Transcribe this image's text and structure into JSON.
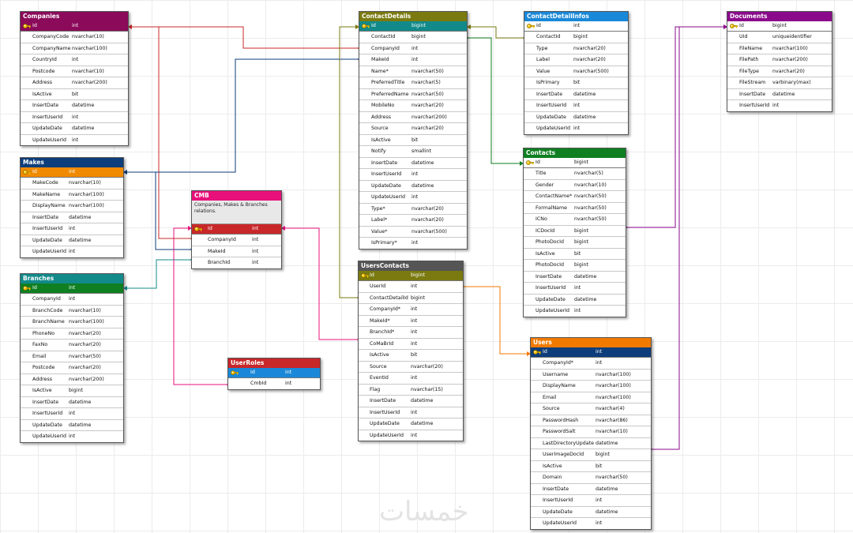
{
  "tables": [
    {
      "id": "companies",
      "title": "Companies",
      "color": "#8b0a5a",
      "pk_color": "#8b0a5a",
      "pk": {
        "name": "Id",
        "type": "int"
      },
      "rows": [
        [
          "CompanyCode",
          "nvarchar(10)"
        ],
        [
          "CompanyName",
          "nvarchar(100)"
        ],
        [
          "CountryId",
          "int"
        ],
        [
          "Postcode",
          "nvarchar(10)"
        ],
        [
          "Address",
          "nvarchar(200)"
        ],
        [
          "IsActive",
          "bit"
        ],
        [
          "InsertDate",
          "datetime"
        ],
        [
          "InsertUserId",
          "int"
        ],
        [
          "UpdateDate",
          "datetime"
        ],
        [
          "UpdateUserId",
          "int"
        ]
      ]
    },
    {
      "id": "makes",
      "title": "Makes",
      "color": "#0d3d7a",
      "pk_color": "#f08a00",
      "pk": {
        "name": "Id",
        "type": "int"
      },
      "rows": [
        [
          "MakeCode",
          "nvarchar(10)"
        ],
        [
          "MakeName",
          "nvarchar(100)"
        ],
        [
          "DisplayName",
          "nvarchar(100)"
        ],
        [
          "InsertDate",
          "datetime"
        ],
        [
          "InsertUserId",
          "int"
        ],
        [
          "UpdateDate",
          "datetime"
        ],
        [
          "UpdateUserId",
          "int"
        ]
      ]
    },
    {
      "id": "branches",
      "title": "Branches",
      "color": "#128a8a",
      "pk_color": "#0f7f22",
      "pk": {
        "name": "Id",
        "type": "int"
      },
      "rows": [
        [
          "CompanyId",
          "int"
        ],
        [
          "BranchCode",
          "nvarchar(10)"
        ],
        [
          "BranchName",
          "nvarchar(100)"
        ],
        [
          "PhoneNo",
          "nvarchar(20)"
        ],
        [
          "FaxNo",
          "nvarchar(20)"
        ],
        [
          "Email",
          "nvarchar(50)"
        ],
        [
          "Postcode",
          "nvarchar(20)"
        ],
        [
          "Address",
          "nvarchar(200)"
        ],
        [
          "IsActive",
          "bigint"
        ],
        [
          "InsertDate",
          "datetime"
        ],
        [
          "InsertUserId",
          "int"
        ],
        [
          "UpdateDate",
          "datetime"
        ],
        [
          "UpdateUserId",
          "int"
        ]
      ]
    },
    {
      "id": "cmb",
      "title": "CMB",
      "color": "#e8107a",
      "pk_color": "#c8282a",
      "note": "Companies, Makes & Branches relations.",
      "pk": {
        "name": "Id",
        "type": "int"
      },
      "rows": [
        [
          "CompanyId",
          "int"
        ],
        [
          "MakeId",
          "int"
        ],
        [
          "BranchId",
          "int"
        ]
      ]
    },
    {
      "id": "userroles",
      "title": "UserRoles",
      "color": "#c8282a",
      "pk_color": "#1a88d8",
      "pk": {
        "name": "Id",
        "type": "int"
      },
      "rows": [
        [
          "CmbId",
          "int"
        ]
      ]
    },
    {
      "id": "contactdetails",
      "title": "ContactDetails",
      "color": "#7a7a10",
      "pk_color": "#128a8a",
      "pk": {
        "name": "Id",
        "type": "bigint"
      },
      "rows": [
        [
          "ContactId",
          "bigint"
        ],
        [
          "CompanyId",
          "int"
        ],
        [
          "MakeId",
          "int"
        ],
        [
          "Name*",
          "nvarchar(50)"
        ],
        [
          "PreferredTitle",
          "nvarchar(5)"
        ],
        [
          "PreferredName",
          "nvarchar(50)"
        ],
        [
          "MobileNo",
          "nvarchar(20)"
        ],
        [
          "Address",
          "nvarchar(200)"
        ],
        [
          "Source",
          "nvarchar(20)"
        ],
        [
          "IsActive",
          "bit"
        ],
        [
          "Notify",
          "smallint"
        ],
        [
          "InsertDate",
          "datetime"
        ],
        [
          "InsertUserId",
          "int"
        ],
        [
          "UpdateDate",
          "datetime"
        ],
        [
          "UpdateUserId",
          "int"
        ],
        [
          "Type*",
          "nvarchar(20)"
        ],
        [
          "Label*",
          "nvarchar(20)"
        ],
        [
          "Value*",
          "nvarchar(500)"
        ],
        [
          "IsPrimary*",
          "int"
        ]
      ]
    },
    {
      "id": "userscontacts",
      "title": "UsersContacts",
      "color": "#555555",
      "pk_color": "#7a7a10",
      "pk": {
        "name": "Id",
        "type": "bigint"
      },
      "rows": [
        [
          "UserId",
          "int"
        ],
        [
          "ContactDetailId",
          "bigint"
        ],
        [
          "CompanyId*",
          "int"
        ],
        [
          "MakeId*",
          "int"
        ],
        [
          "BranchId*",
          "int"
        ],
        [
          "CoMaBrId",
          "int"
        ],
        [
          "IsActive",
          "bit"
        ],
        [
          "Source",
          "nvarchar(20)"
        ],
        [
          "EventId",
          "int"
        ],
        [
          "Flag",
          "nvarchar(15)"
        ],
        [
          "InsertDate",
          "datetime"
        ],
        [
          "InsertUserId",
          "int"
        ],
        [
          "UpdateDate",
          "datetime"
        ],
        [
          "UpdateUserId",
          "int"
        ]
      ]
    },
    {
      "id": "contactdetailinfos",
      "title": "ContactDetailInfos",
      "color": "#1a88d8",
      "pk_color": "#ffffff",
      "pk": {
        "name": "Id",
        "type": "int"
      },
      "rows": [
        [
          "ContactId",
          "bigint"
        ],
        [
          "Type",
          "nvarchar(20)"
        ],
        [
          "Label",
          "nvarchar(20)"
        ],
        [
          "Value",
          "nvarchar(500)"
        ],
        [
          "IsPrimary",
          "bit"
        ],
        [
          "InsertDate",
          "datetime"
        ],
        [
          "InsertUserId",
          "int"
        ],
        [
          "UpdateDate",
          "datetime"
        ],
        [
          "UpdateUserId",
          "int"
        ]
      ]
    },
    {
      "id": "contacts",
      "title": "Contacts",
      "color": "#0f7f22",
      "pk_color": "#ffffff",
      "pk": {
        "name": "Id",
        "type": "bigint"
      },
      "rows": [
        [
          "Title",
          "nvarchar(5)"
        ],
        [
          "Gender",
          "nvarchar(10)"
        ],
        [
          "ContactName*",
          "nvarchar(50)"
        ],
        [
          "FormalName",
          "nvarchar(50)"
        ],
        [
          "ICNo",
          "nvarchar(50)"
        ],
        [
          "ICDocId",
          "bigint"
        ],
        [
          "PhotoDocId",
          "bigint"
        ],
        [
          "IsActive",
          "bit"
        ],
        [
          "PhotoDocId",
          "bigint"
        ],
        [
          "InsertDate",
          "datetime"
        ],
        [
          "InsertUserId",
          "int"
        ],
        [
          "UpdateDate",
          "datetime"
        ],
        [
          "UpdateUserId",
          "int"
        ]
      ]
    },
    {
      "id": "documents",
      "title": "Documents",
      "color": "#8b0a8b",
      "pk_color": "#ffffff",
      "pk": {
        "name": "Id",
        "type": "bigint"
      },
      "rows": [
        [
          "UId",
          "uniqueidentifier"
        ],
        [
          "FileName",
          "nvarchar(100)"
        ],
        [
          "FilePath",
          "nvarchar(200)"
        ],
        [
          "FileType",
          "nvarchar(20)"
        ],
        [
          "FileStream",
          "varbinary(max)"
        ],
        [
          "InsertDate",
          "datetime"
        ],
        [
          "InsertUserId",
          "int"
        ]
      ]
    },
    {
      "id": "users",
      "title": "Users",
      "color": "#f07a00",
      "pk_color": "#0d3d7a",
      "pk": {
        "name": "Id",
        "type": "int"
      },
      "rows": [
        [
          "CompanyId*",
          "int"
        ],
        [
          "Username",
          "nvarchar(100)"
        ],
        [
          "DisplayName",
          "nvarchar(100)"
        ],
        [
          "Email",
          "nvarchar(100)"
        ],
        [
          "Source",
          "nvarchar(4)"
        ],
        [
          "PasswordHash",
          "nvarchar(86)"
        ],
        [
          "PasswordSalt",
          "nvarchar(10)"
        ],
        [
          "LastDirectoryUpdate",
          "datetime"
        ],
        [
          "UserImageDocId",
          "bigint"
        ],
        [
          "IsActive",
          "bit"
        ],
        [
          "Domain",
          "nvarchar(50)"
        ],
        [
          "InsertDate",
          "datetime"
        ],
        [
          "InsertUserId",
          "int"
        ],
        [
          "UpdateDate",
          "datetime"
        ],
        [
          "UpdateUserId",
          "int"
        ]
      ]
    }
  ],
  "relations": [
    {
      "from": "cmb",
      "to": "companies",
      "color": "#c8282a"
    },
    {
      "from": "cmb",
      "to": "makes",
      "color": "#0d3d7a"
    },
    {
      "from": "cmb",
      "to": "branches",
      "color": "#128a8a"
    },
    {
      "from": "userroles",
      "to": "cmb",
      "color": "#e8107a"
    },
    {
      "from": "contactdetails",
      "to": "companies",
      "color": "#c8282a"
    },
    {
      "from": "contactdetails",
      "to": "makes",
      "color": "#0d3d7a"
    },
    {
      "from": "contactdetailinfos",
      "to": "contactdetails",
      "color": "#7a7a10"
    },
    {
      "from": "contactdetails",
      "to": "contacts",
      "color": "#0f7f22"
    },
    {
      "from": "contacts",
      "to": "documents",
      "color": "#8b0a8b"
    },
    {
      "from": "users",
      "to": "documents",
      "color": "#8b0a8b"
    },
    {
      "from": "userscontacts",
      "to": "contactdetails",
      "color": "#7a7a10"
    },
    {
      "from": "userscontacts",
      "to": "cmb",
      "color": "#e8107a"
    },
    {
      "from": "userscontacts",
      "to": "users",
      "color": "#f07a00"
    }
  ],
  "watermark": "خمسات"
}
